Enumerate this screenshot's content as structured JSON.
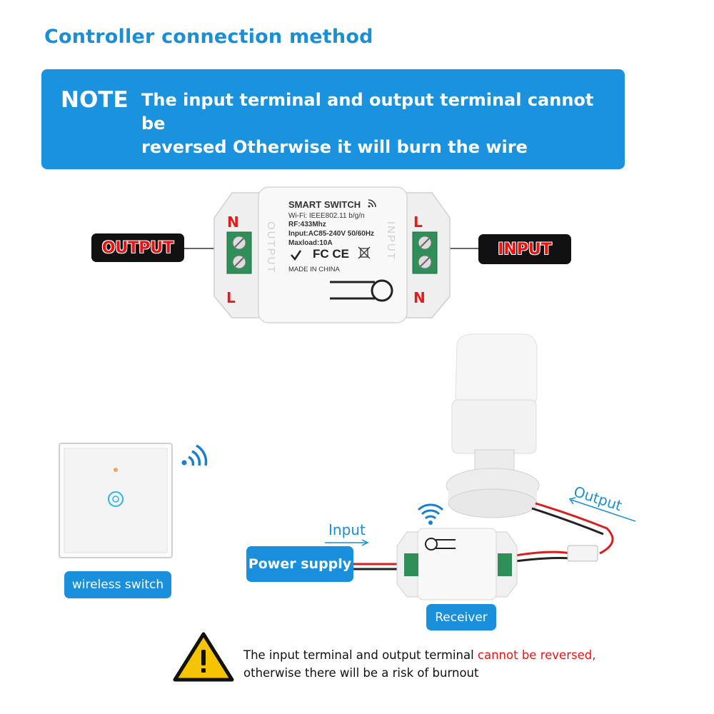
{
  "heading": "Controller connection method",
  "note": {
    "label": "NOTE",
    "line1": "The input terminal and output terminal cannot be",
    "line2": "reversed Otherwise it will burn the wire"
  },
  "module": {
    "title": "SMART SWITCH",
    "wifi": "Wi-Fi: IEEE802.11 b/g/n",
    "rf": "RF:433Mhz",
    "input": "Input:AC85-240V  50/60Hz",
    "maxload": "Maxload:10A",
    "certs": "FC CE",
    "made": "MADE IN CHINA",
    "side_left": "OUTPUT",
    "side_right": "INPUT"
  },
  "terminals": {
    "left_top": "N",
    "left_bottom": "L",
    "right_top": "L",
    "right_bottom": "N"
  },
  "tags": {
    "output": "OUTPUT",
    "input": "INPUT"
  },
  "wiring": {
    "wireless_switch": "wireless switch",
    "power_supply": "Power supply",
    "receiver": "Receiver",
    "input_label": "Input",
    "output_label": "Output"
  },
  "warning": {
    "line1_start": "The input terminal and output terminal ",
    "line1_red": "cannot be reversed,",
    "line2": "otherwise there will be a risk of burnout"
  },
  "colors": {
    "brand_blue": "#1a92dd",
    "warning_red": "#e11111"
  },
  "icons": [
    "wifi-icon",
    "warning-icon",
    "bulb",
    "touch-panel"
  ]
}
